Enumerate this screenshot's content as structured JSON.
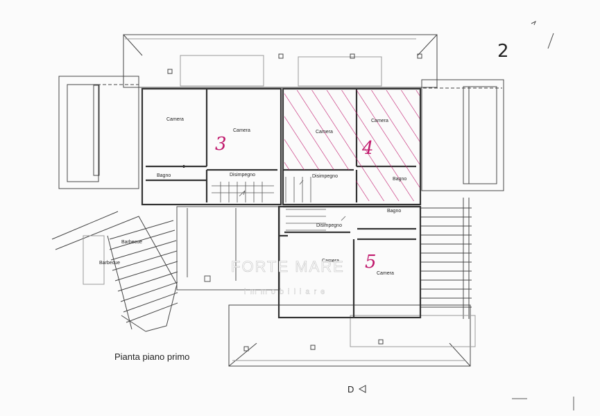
{
  "page_number": "2",
  "rooms": {
    "camera_a": "Camera",
    "camera_b": "Camera",
    "camera_c": "Camera",
    "camera_d": "Camera",
    "camera_e": "Camera",
    "camera_f": "Camera",
    "bagno_a": "Bagno",
    "bagno_b": "Bagno",
    "bagno_c": "Bagno",
    "disimpegno_a": "Disimpegno",
    "disimpegno_b": "Disimpegno",
    "disimpegno_c": "Disimpegno",
    "barbecue_a": "Barbecue",
    "barbecue_b": "Barbecue"
  },
  "annotations": {
    "unit_3": "3",
    "unit_4": "4",
    "unit_5": "5"
  },
  "plan_title": "Pianta piano primo",
  "orientation": "D",
  "watermark": {
    "line1": "FORTE MARE",
    "line2": "immobiliare"
  },
  "colors": {
    "line": "#333333",
    "faint_line": "#888888",
    "annotation": "#c0186c"
  }
}
